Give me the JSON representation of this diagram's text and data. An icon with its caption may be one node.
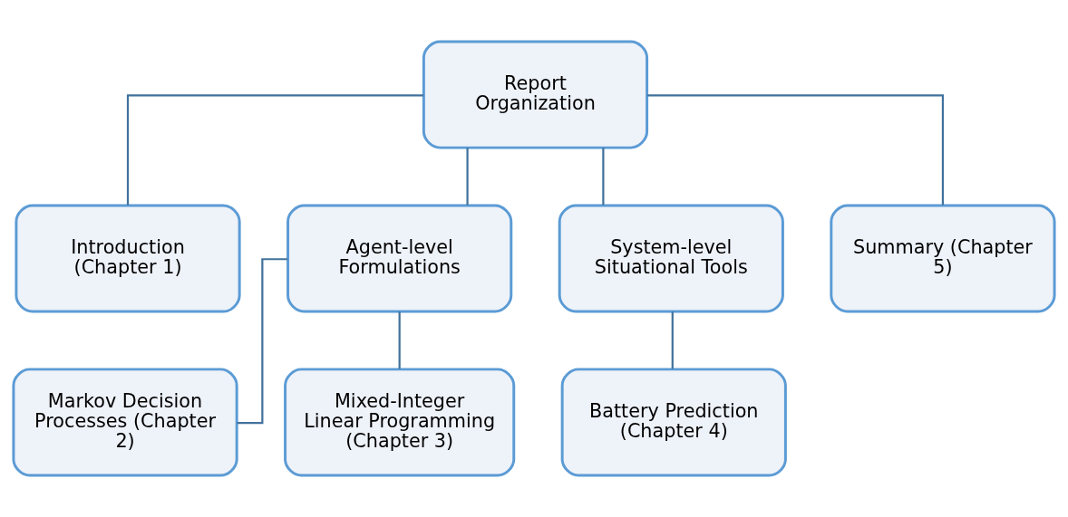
{
  "diagram": {
    "nodes": [
      {
        "text": [
          "Report Organization"
        ]
      },
      {
        "text": [
          "Introduction (Chapter 1)"
        ]
      },
      {
        "text": [
          "Agent-level Formulations"
        ]
      },
      {
        "text": [
          "System-level Situational Tools"
        ]
      },
      {
        "text": [
          "Summary (Chapter 5)"
        ]
      },
      {
        "text": [
          "Markov Decision Processes (Chapter 2)"
        ]
      },
      {
        "text": [
          "Mixed-Integer Linear Programming (Chapter 3)"
        ]
      },
      {
        "text": [
          "Battery Prediction (Chapter 4)"
        ]
      }
    ],
    "edges": [
      {
        "from": 0,
        "to": 1,
        "arrow": "none"
      },
      {
        "from": 0,
        "to": 2,
        "arrow": "none"
      },
      {
        "from": 0,
        "to": 3,
        "arrow": "none"
      },
      {
        "from": 0,
        "to": 4,
        "arrow": "none"
      },
      {
        "from": 2,
        "to": 5,
        "arrow": "none"
      },
      {
        "from": 2,
        "to": 6,
        "arrow": "none"
      },
      {
        "from": 3,
        "to": 7,
        "arrow": "none"
      }
    ]
  }
}
